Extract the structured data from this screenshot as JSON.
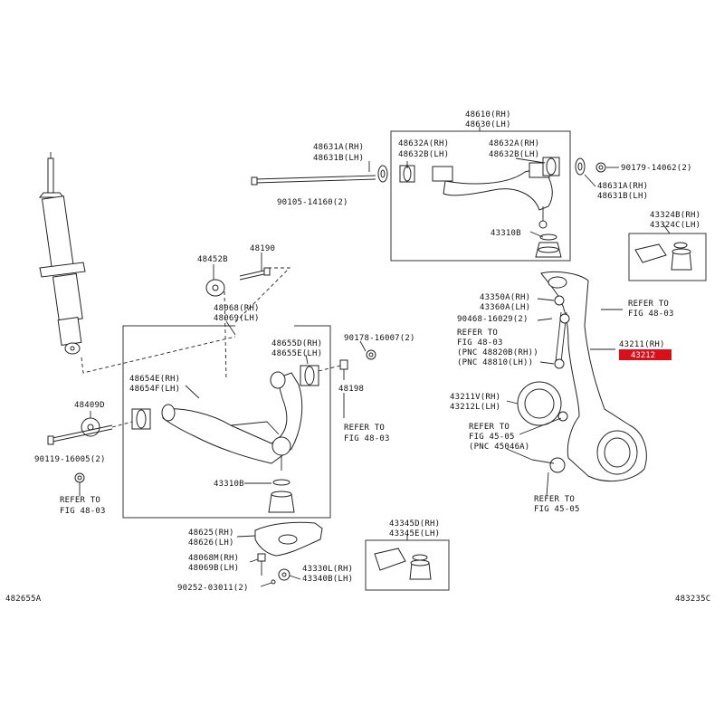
{
  "corner_codes": {
    "left": "482655A",
    "right": "483235C"
  },
  "labels": {
    "upper_arm_rh": "48610(RH)",
    "upper_arm_lh": "48630(LH)",
    "bush_48632a_rh_left": "48632A(RH)",
    "bush_48632b_lh_left": "48632B(LH)",
    "bush_48632a_rh_right": "48632A(RH)",
    "bush_48632b_lh_right": "48632B(LH)",
    "bolt_48631a_rh_left": "48631A(RH)",
    "bolt_48631b_lh_left": "48631B(LH)",
    "bolt_48631a_rh_right": "48631A(RH)",
    "bolt_48631b_lh_right": "48631B(LH)",
    "nut_90179": "90179-14062(2)",
    "bolt_90105": "90105-14160(2)",
    "boot_43310b_upper": "43310B",
    "kit_43324b_rh": "43324B(RH)",
    "kit_43324c_lh": "43324C(LH)",
    "cam_48452b": "48452B",
    "bolt_48190": "48190",
    "lower_arm_rh": "48068(RH)",
    "lower_arm_lh": "48069(LH)",
    "bush_48655d_rh": "48655D(RH)",
    "bush_48655e_lh": "48655E(LH)",
    "bush_48654e_rh": "48654E(RH)",
    "bush_48654f_lh": "48654F(LH)",
    "nut_90178": "90178-16007(2)",
    "bolt_48198": "48198",
    "refer_to_1": "REFER TO",
    "fig_48_03_1": "FIG 48-03",
    "cam_48409d": "48409D",
    "bolt_90119": "90119-16005(2)",
    "refer_to_2": "REFER TO",
    "fig_48_03_2": "FIG 48-03",
    "boot_43310b_lower": "43310B",
    "pad_48625_rh": "48625(RH)",
    "pad_48626_lh": "48626(LH)",
    "bolt_48068m_rh": "48068M(RH)",
    "bolt_48069b_lh": "48069B(LH)",
    "nut_43330l_rh": "43330L(RH)",
    "nut_43340b_lh": "43340B(LH)",
    "pin_90252": "90252-03011(2)",
    "kit_43345d_rh": "43345D(RH)",
    "kit_43345e_lh": "43345E(LH)",
    "link_43350a_rh": "43350A(RH)",
    "link_43360a_lh": "43360A(LH)",
    "nut_90468": "90468-16029(2)",
    "refer_to_3": "REFER TO",
    "fig_48_03_3": "FIG 48-03",
    "pnc_48820b": "(PNC 48820B(RH))",
    "pnc_48810": "(PNC 48810(LH))",
    "refer_to_4": "REFER TO",
    "fig_48_03_4": "FIG 48-03",
    "knuckle_43211_rh": "43211(RH)",
    "knuckle_43212_highlight": "43212",
    "seal_43211v_rh": "43211V(RH)",
    "seal_43212l_lh": "43212L(LH)",
    "refer_to_5": "REFER TO",
    "fig_45_05_1": "FIG 45-05",
    "pnc_45046a": "(PNC 45046A)",
    "refer_to_6": "REFER TO",
    "fig_45_05_2": "FIG 45-05"
  },
  "colors": {
    "highlight": "#d8101c",
    "ink": "#222222"
  }
}
